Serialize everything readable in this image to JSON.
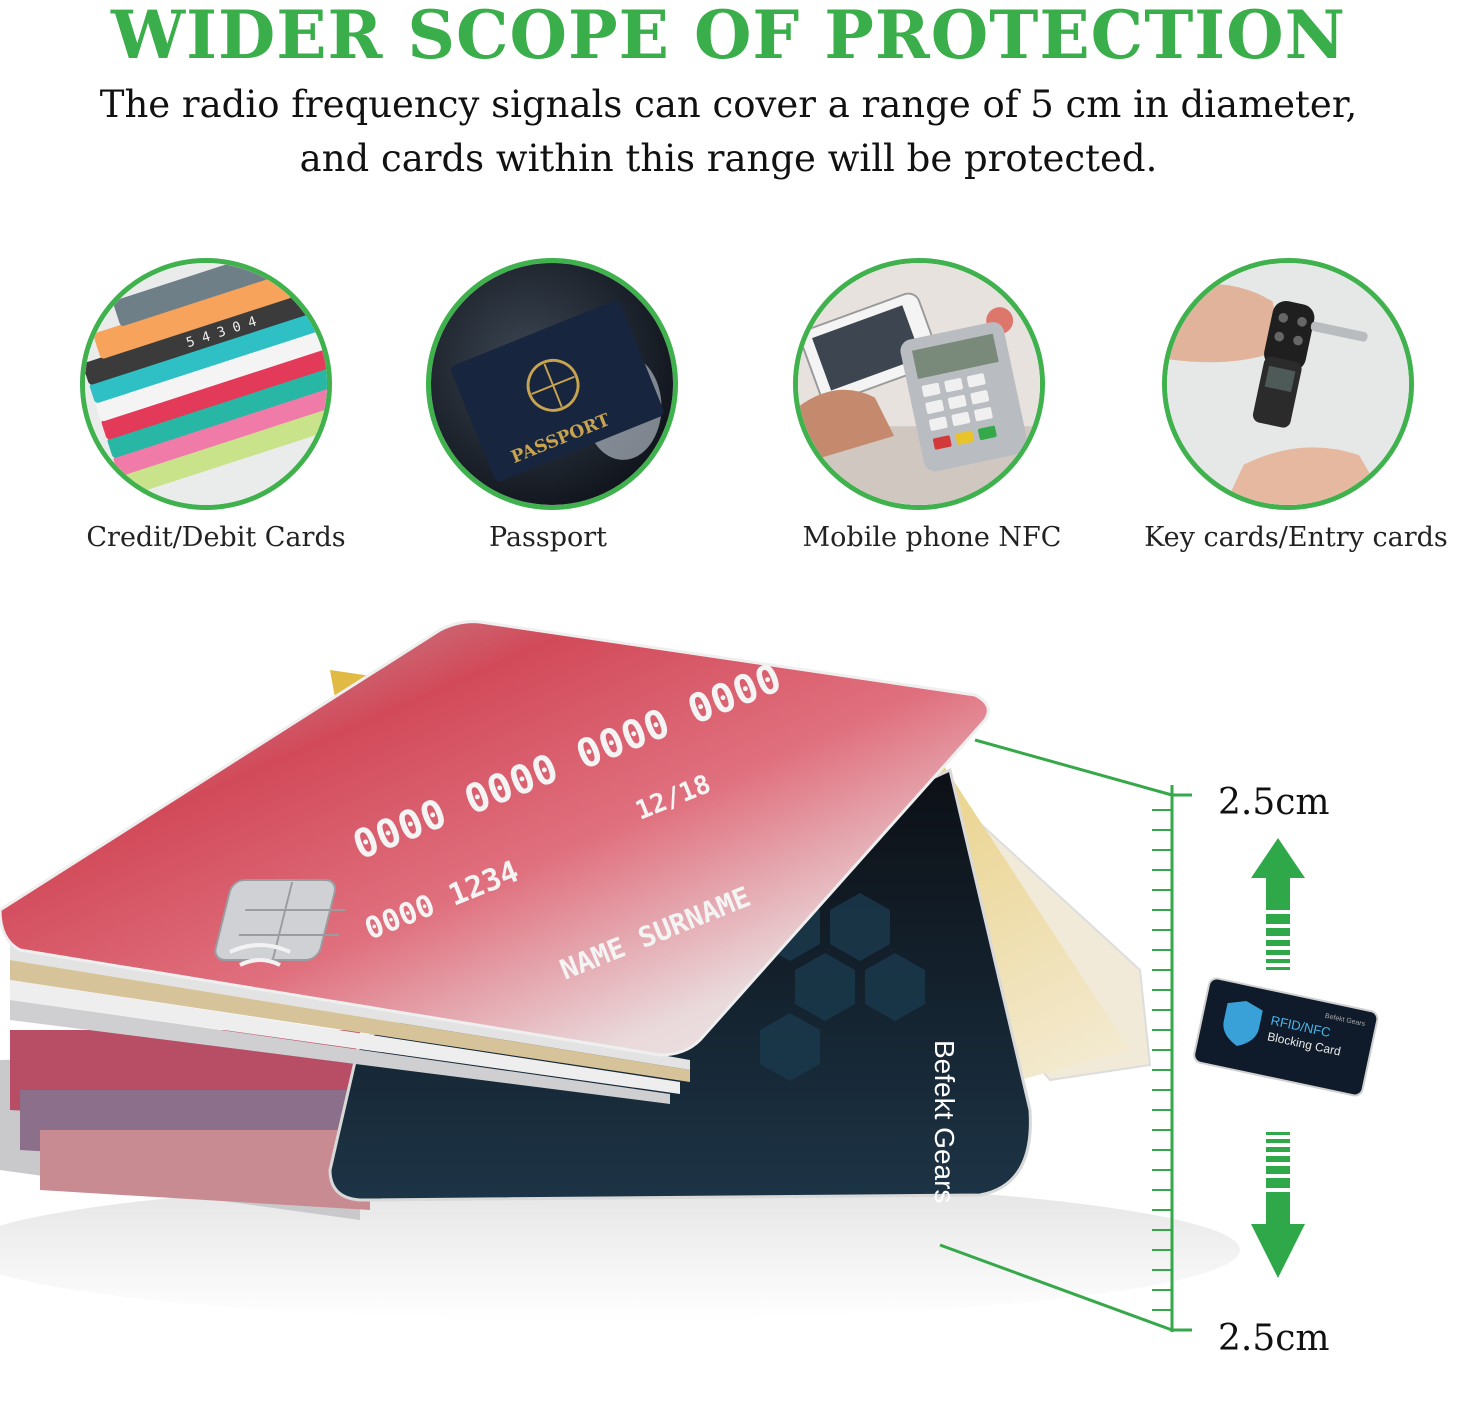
{
  "header": {
    "title": "WIDER SCOPE OF PROTECTION",
    "subtitle_line1": "The radio frequency signals can cover a range of 5 cm in diameter,",
    "subtitle_line2": "and cards within this range will be protected."
  },
  "categories": [
    {
      "label": "Credit/Debit Cards",
      "icon": "credit-cards-photo"
    },
    {
      "label": "Passport",
      "icon": "passport-photo"
    },
    {
      "label": "Mobile phone NFC",
      "icon": "nfc-payment-photo"
    },
    {
      "label": "Key cards/Entry cards",
      "icon": "key-fob-photo"
    }
  ],
  "product": {
    "card_brand": "Befekt Gears",
    "mini_card_text_line1": "RFID/NFC",
    "mini_card_text_line2": "Blocking Card",
    "mini_card_brand": "Befekt Gears",
    "card_number_top": "0000 0000 0000 0000",
    "card_number_bottom": "0000 1234",
    "card_expiry": "12/18",
    "card_holder": "NAME SURNAME"
  },
  "measurements": {
    "top_label": "2.5cm",
    "bottom_label": "2.5cm"
  },
  "colors": {
    "accent_green": "#3aae4a",
    "ring_green": "#3fb14d",
    "arrow_green": "#2fa84a"
  }
}
